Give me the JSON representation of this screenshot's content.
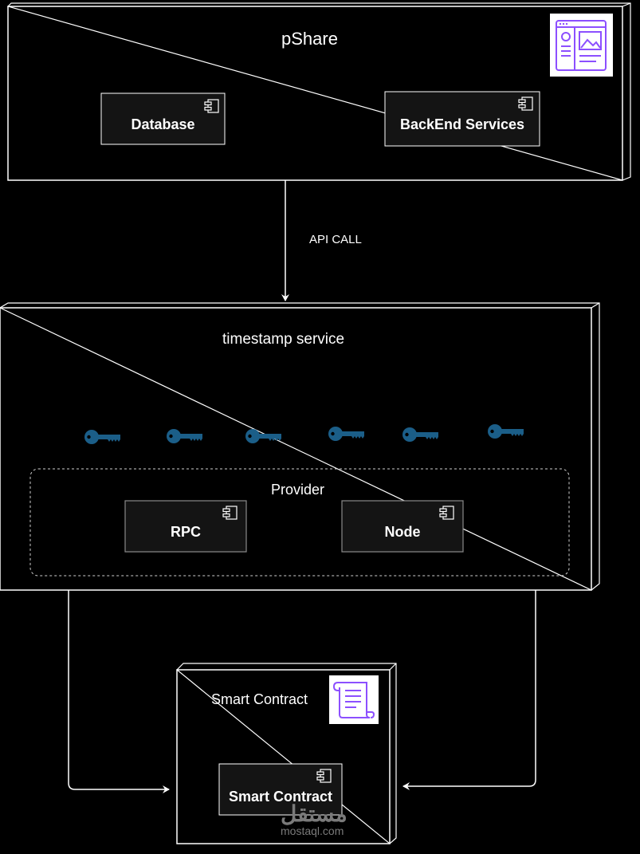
{
  "pshare": {
    "title": "pShare",
    "components": [
      "Database",
      "BackEnd Services"
    ],
    "icon": "web-app-icon"
  },
  "connector": {
    "label": "API CALL"
  },
  "timestamp_service": {
    "title": "timestamp service",
    "key_icon_count": 6,
    "key_color": "#1b5e88",
    "provider": {
      "title": "Provider",
      "components": [
        "RPC",
        "Node"
      ]
    }
  },
  "smart_contract": {
    "title": "Smart Contract",
    "component": "Smart Contract",
    "icon": "scroll-icon"
  },
  "watermark": {
    "brand": "مستقل",
    "url": "mostaql.com"
  },
  "colors": {
    "background": "#000000",
    "stroke": "#ffffff",
    "component_fill": "#141414",
    "icon_purple": "#8c4fff"
  }
}
